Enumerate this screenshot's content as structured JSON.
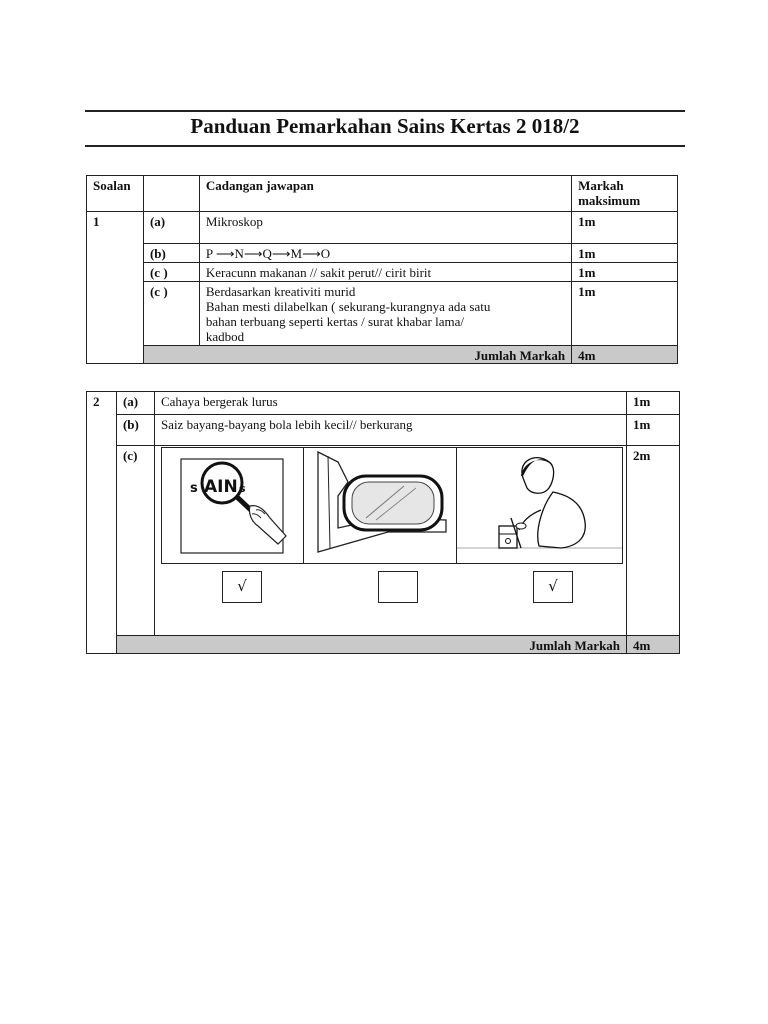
{
  "document": {
    "title": "Panduan Pemarkahan Sains Kertas 2   018/2"
  },
  "table1": {
    "headers": {
      "question": "Soalan",
      "answer": "Cadangan jawapan",
      "marks_line1": "Markah",
      "marks_line2": "maksimum"
    },
    "question_number": "1",
    "rows": [
      {
        "part": "(a)",
        "answer": "Mikroskop",
        "marks": "1m"
      },
      {
        "part": "(b)",
        "answer": "P ⟶N⟶Q⟶M⟶O",
        "marks": "1m"
      },
      {
        "part": "(c )",
        "answer": "Keracunn makanan // sakit perut// cirit birit",
        "marks": "1m"
      },
      {
        "part": "(c )",
        "answer_line1": "Berdasarkan kreativiti murid",
        "answer_line2": "Bahan mesti dilabelkan ( sekurang-kurangnya ada satu",
        "answer_line3": "bahan terbuang seperti kertas / surat khabar lama/",
        "answer_line4": "kadbod",
        "marks": "1m"
      }
    ],
    "total_label": "Jumlah Markah",
    "total_marks": "4m"
  },
  "table2": {
    "question_number": "2",
    "rows": [
      {
        "part": "(a)",
        "answer": "Cahaya bergerak lurus",
        "marks": "1m"
      },
      {
        "part": "(b)",
        "answer": "Saiz bayang-bayang bola lebih kecil// berkurang",
        "marks": "1m"
      },
      {
        "part": "(c)",
        "marks": "2m"
      }
    ],
    "pictures": {
      "magnifier_text_s": "s",
      "magnifier_text_ain": "AIN",
      "magnifier_text_s2": "s"
    },
    "checkboxes": [
      {
        "mark": "√"
      },
      {
        "mark": ""
      },
      {
        "mark": "√"
      }
    ],
    "total_label": "Jumlah Markah",
    "total_marks": "4m"
  }
}
